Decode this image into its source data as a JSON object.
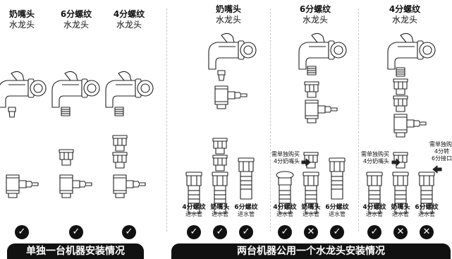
{
  "titles": {
    "s1": {
      "bold": "奶嘴头",
      "sub": "水龙头"
    },
    "s2": {
      "bold": "6分螺纹",
      "sub": "水龙头"
    },
    "s3": {
      "bold": "4分螺纹",
      "sub": "水龙头"
    },
    "t1": {
      "bold": "奶嘴头",
      "sub": "水龙头"
    },
    "t2": {
      "bold": "6分螺纹",
      "sub": "水龙头"
    },
    "t3": {
      "bold": "4分螺纹",
      "sub": "水龙头"
    }
  },
  "notes": {
    "buy_4fen_nipple": "需单独购买",
    "buy_4fen_nipple_2": "4分奶嘴头",
    "buy_4fen_nipple_b": "需单独购买",
    "buy_4fen_nipple_b2": "4分奶嘴头",
    "buy_adapter_1": "需单独购",
    "buy_adapter_2": "4分转",
    "buy_adapter_3": "6分接口"
  },
  "pipes": {
    "g1": [
      {
        "bold": "4分螺纹",
        "sub": "进水管"
      },
      {
        "bold": "奶嘴头",
        "sub": "进水管"
      },
      {
        "bold": "6分螺纹",
        "sub": "进水管"
      }
    ],
    "g2": [
      {
        "bold": "4分螺纹",
        "sub": "进水管"
      },
      {
        "bold": "奶嘴头",
        "sub": "进水管"
      },
      {
        "bold": "6分螺纹",
        "sub": "进水管"
      }
    ],
    "g3": [
      {
        "bold": "4分螺纹",
        "sub": "进水管"
      },
      {
        "bold": "奶嘴头",
        "sub": "进水管"
      },
      {
        "bold": "6分螺纹",
        "sub": "进水管"
      }
    ]
  },
  "status": {
    "single": [
      "ok",
      "ok",
      "ok"
    ],
    "g1": [
      "ok",
      "ok",
      "ok"
    ],
    "g2": [
      "ok",
      "no",
      "ok"
    ],
    "g3": [
      "ok",
      "no",
      "no"
    ],
    "symbols": {
      "ok": "✓",
      "no": "✕"
    }
  },
  "banners": {
    "single": "单独一台机器安装情况",
    "shared": "两台机器公用一个水龙头安装情况"
  },
  "colors": {
    "ink": "#111111",
    "line": "#222222",
    "fill": "#ffffff",
    "divider": "#c8c8c8"
  }
}
